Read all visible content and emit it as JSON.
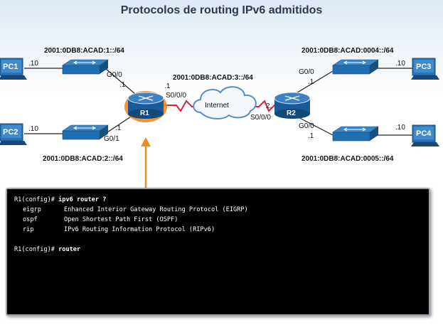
{
  "title": "Protocolos de routing IPv6 admitidos",
  "colors": {
    "serial_link": "#e0203a",
    "highlight": "#f28a1e",
    "router": "#1b5a96",
    "switch": "#1f6fb0",
    "terminal_bg": "#000000"
  },
  "devices": {
    "pc1": "PC1",
    "pc2": "PC2",
    "pc3": "PC3",
    "pc4": "PC4",
    "r1": "R1",
    "r2": "R2",
    "cloud": "Internet"
  },
  "networks": {
    "lan1": "2001:0DB8:ACAD:1::/64",
    "lan2": "2001:0DB8:ACAD:2::/64",
    "wan": "2001:0DB8:ACAD:3::/64",
    "lan4": "2001:0DB8:ACAD:0004::/64",
    "lan5": "2001:0DB8:ACAD:0005::/64"
  },
  "addresses": {
    "pc1": ".10",
    "pc2": ".10",
    "pc3": ".10",
    "pc4": ".10",
    "r1_g00": ".1",
    "r1_g01": ".1",
    "r1_s000": ".1",
    "r2_s000": "2.",
    "r2_g00": ".1",
    "r2_g01": ".1"
  },
  "interfaces": {
    "r1_g00": "G0/0",
    "r1_g01": "G0/1",
    "r1_s000": "S0/0/0",
    "r2_g00": "G0/0",
    "r2_g01": "G0/0",
    "r2_s000": "S0/0/0"
  },
  "terminal": {
    "line1_prompt": "R1(config)#",
    "line1_cmd": "ipv6 router ?",
    "options": [
      {
        "name": "eigrp",
        "desc": "Enhanced Interior Gateway Routing Protocol (EIGRP)"
      },
      {
        "name": "ospf",
        "desc": "Open Shortest Path First (OSPF)"
      },
      {
        "name": "rip",
        "desc": "IPv6 Routing Information Protocol (RIPv6)"
      }
    ],
    "line2_prompt": "R1(config)#",
    "line2_cmd": "router"
  }
}
